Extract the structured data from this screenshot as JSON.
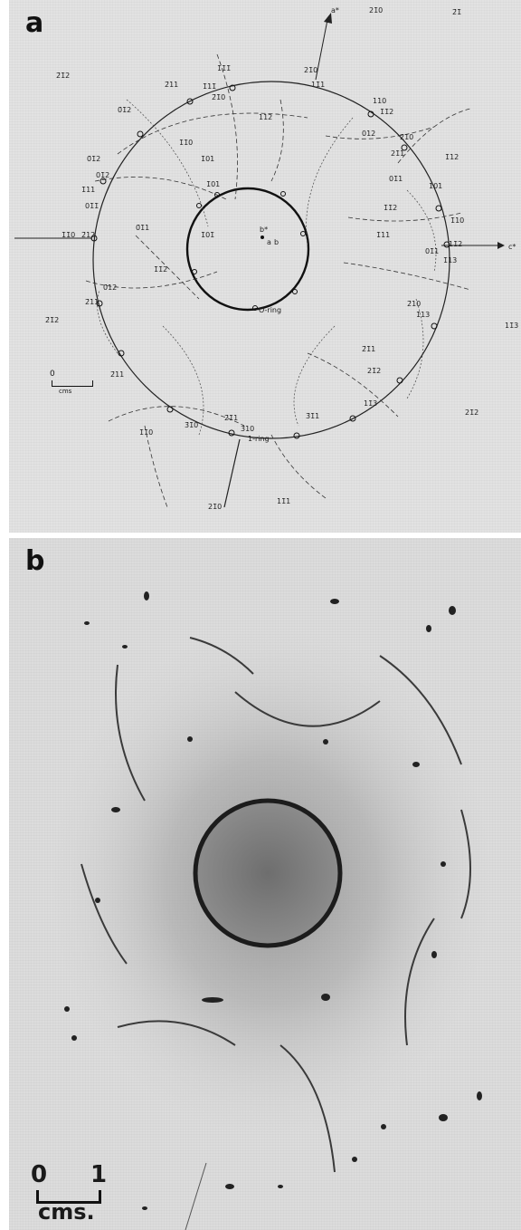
{
  "panels": {
    "a": {
      "letter": "a",
      "scale": {
        "zero": "0",
        "unit": "cms"
      },
      "inner_ring_label": "O-ring",
      "outer_ring_label": "1-ring",
      "axis_labels": [
        "a*",
        "c*",
        "b*",
        "a",
        "b"
      ],
      "reflections": [
        "21̄0",
        "2̄1̄",
        "2̄1̄2",
        "1̄12",
        "1̄1̄1̄",
        "21̄0",
        "11̄1",
        "1̄11̄",
        "2̄1̄0",
        "110",
        "2̄11",
        "1̄1̄2",
        "0̄1̄2",
        "2̄1̄0",
        "21̄1",
        "112",
        "1̄1̄0",
        "0̄1̄2",
        "1̄01",
        "012",
        "01̄2",
        "01̄1",
        "101",
        "1̄11",
        "1̄1̄2",
        "01̄1̄",
        "1̄10",
        "1̄01",
        "0̄1̄1",
        "1̄11",
        "11̄2",
        "1̄01̄",
        "1̄1̄0",
        "2̄12",
        "1̄1̄2",
        "1̄13",
        "01̄1",
        "0̄12",
        "2̄11",
        "2̄1̄2",
        "11̄3",
        "1̄13",
        "2̄10",
        "2̄1̄1",
        "21̄2",
        "2̄11",
        "11̄3",
        "1̄1̄0",
        "3̄1̄0",
        "2̄1̄1",
        "3̄10",
        "3̄1̄1",
        "21̄0",
        "11̄1",
        "21̄2"
      ]
    },
    "b": {
      "letter": "b",
      "scale": {
        "zero": "0",
        "one": "1",
        "unit": "cms."
      }
    }
  }
}
